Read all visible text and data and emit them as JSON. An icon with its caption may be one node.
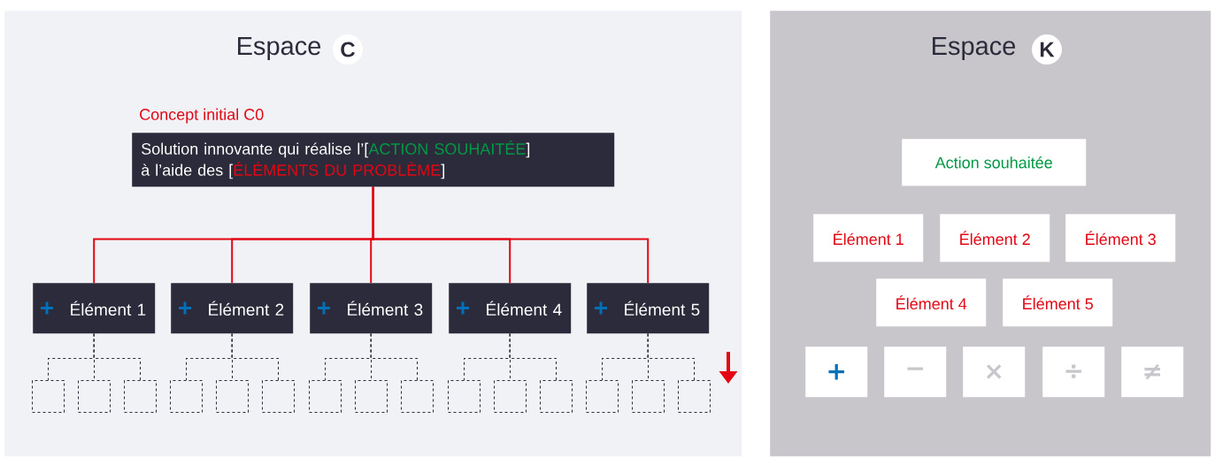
{
  "diagram": {
    "nodes": [
      {
        "text": [
          "Espace",
          "C"
        ]
      },
      {
        "text": [
          "Espace",
          "K"
        ]
      },
      {
        "text": [
          "Concept initial C0",
          "Solution innovante qui réalise l’[",
          "ACTION SOUHAITÉE",
          "]",
          "à l’aide des [",
          "ÉLÉMENTS DU PROBLÈME",
          "]"
        ],
        "in": 0
      },
      {
        "text": [
          "Élément 1"
        ],
        "in": 0
      },
      {
        "text": [
          "Élément 2"
        ],
        "in": 0
      },
      {
        "text": [
          "Élément 3"
        ],
        "in": 0
      },
      {
        "text": [
          "Élément 4"
        ],
        "in": 0
      },
      {
        "text": [
          "Élément 5"
        ],
        "in": 0
      },
      {
        "text": [],
        "shape": "box",
        "in": 0
      },
      {
        "text": [],
        "shape": "box",
        "in": 0
      },
      {
        "text": [],
        "shape": "box",
        "in": 0
      },
      {
        "text": [],
        "shape": "box",
        "in": 0
      },
      {
        "text": [],
        "shape": "box",
        "in": 0
      },
      {
        "text": [],
        "shape": "box",
        "in": 0
      },
      {
        "text": [],
        "shape": "box",
        "in": 0
      },
      {
        "text": [],
        "shape": "box",
        "in": 0
      },
      {
        "text": [],
        "shape": "box",
        "in": 0
      },
      {
        "text": [],
        "shape": "box",
        "in": 0
      },
      {
        "text": [],
        "shape": "box",
        "in": 0
      },
      {
        "text": [],
        "shape": "box",
        "in": 0
      },
      {
        "text": [],
        "shape": "box",
        "in": 0
      },
      {
        "text": [],
        "shape": "box",
        "in": 0
      },
      {
        "text": [],
        "shape": "box",
        "in": 0
      },
      {
        "text": [
          "Action souhaitée"
        ],
        "in": 1
      },
      {
        "text": [
          "Élément 1"
        ],
        "in": 1
      },
      {
        "text": [
          "Élément 2"
        ],
        "in": 1
      },
      {
        "text": [
          "Élément 3"
        ],
        "in": 1
      },
      {
        "text": [
          "Élément 4"
        ],
        "in": 1
      },
      {
        "text": [
          "Élément 5"
        ],
        "in": 1
      },
      {
        "text": [
          "+"
        ],
        "in": 1
      },
      {
        "text": [
          "−"
        ],
        "in": 1
      },
      {
        "text": [
          "×"
        ],
        "in": 1
      },
      {
        "text": [
          "÷"
        ],
        "in": 1
      },
      {
        "text": [
          "≠"
        ],
        "in": 1
      }
    ],
    "edges": [
      {
        "from": 2,
        "to": 3,
        "arrow": "none",
        "color": "#e30613"
      },
      {
        "from": 2,
        "to": 4,
        "arrow": "none",
        "color": "#e30613"
      },
      {
        "from": 2,
        "to": 5,
        "arrow": "none",
        "color": "#e30613"
      },
      {
        "from": 2,
        "to": 6,
        "arrow": "none",
        "color": "#e30613"
      },
      {
        "from": 2,
        "to": 7,
        "arrow": "none",
        "color": "#e30613"
      },
      {
        "from": 3,
        "to": 8,
        "arrow": "none",
        "style": "dashed"
      },
      {
        "from": 3,
        "to": 9,
        "arrow": "none",
        "style": "dashed"
      },
      {
        "from": 3,
        "to": 10,
        "arrow": "none",
        "style": "dashed"
      },
      {
        "from": 4,
        "to": 11,
        "arrow": "none",
        "style": "dashed"
      },
      {
        "from": 4,
        "to": 12,
        "arrow": "none",
        "style": "dashed"
      },
      {
        "from": 4,
        "to": 13,
        "arrow": "none",
        "style": "dashed"
      },
      {
        "from": 5,
        "to": 14,
        "arrow": "none",
        "style": "dashed"
      },
      {
        "from": 5,
        "to": 15,
        "arrow": "none",
        "style": "dashed"
      },
      {
        "from": 5,
        "to": 16,
        "arrow": "none",
        "style": "dashed"
      },
      {
        "from": 6,
        "to": 17,
        "arrow": "none",
        "style": "dashed"
      },
      {
        "from": 6,
        "to": 18,
        "arrow": "none",
        "style": "dashed"
      },
      {
        "from": 6,
        "to": 19,
        "arrow": "none",
        "style": "dashed"
      },
      {
        "from": 7,
        "to": 20,
        "arrow": "none",
        "style": "dashed"
      },
      {
        "from": 7,
        "to": 21,
        "arrow": "none",
        "style": "dashed"
      },
      {
        "from": 7,
        "to": 22,
        "arrow": "none",
        "style": "dashed"
      }
    ]
  }
}
